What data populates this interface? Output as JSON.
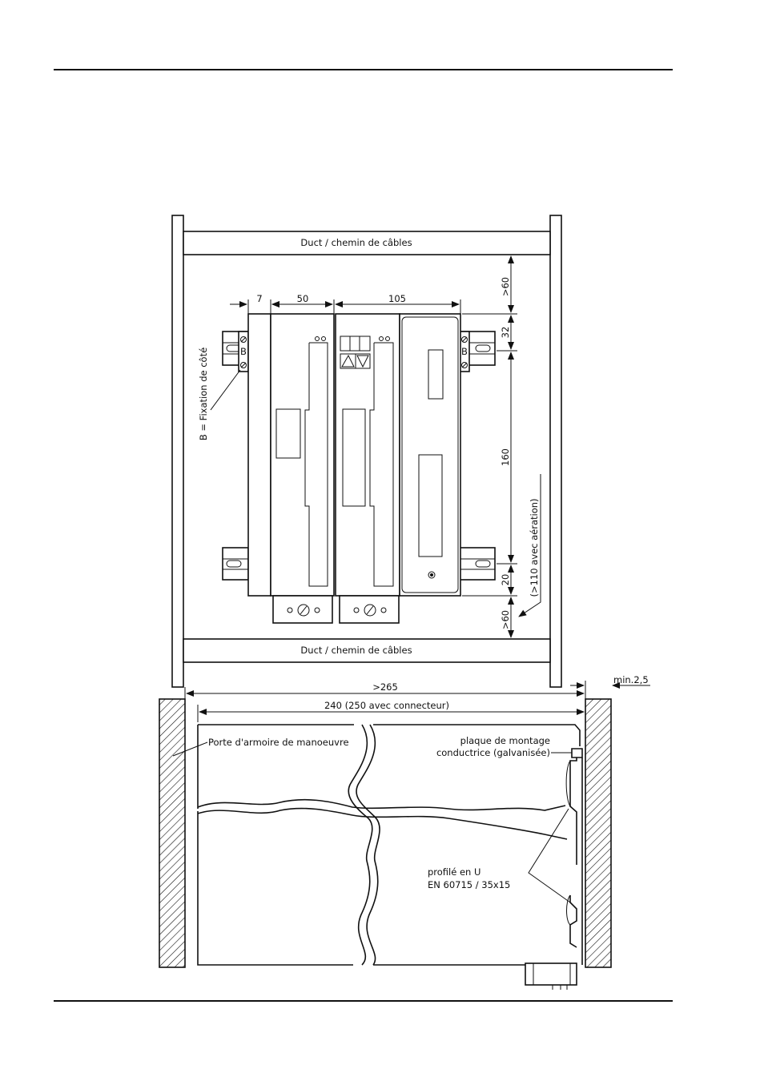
{
  "duct_label": "Duct / chemin de câbles",
  "dims": {
    "d7": "7",
    "d50": "50",
    "d105": "105",
    "gt60": ">60",
    "d32": "32",
    "d160": "160",
    "d20": "20",
    "gt110": "(>110 avec aération)",
    "gt265": ">265",
    "w240": "240 (250 avec connecteur)",
    "min25": "min.2,5"
  },
  "labels": {
    "side_fix": "B = Fixation de côté",
    "b": "B",
    "door": "Porte d'armoire de manoeuvre",
    "plate_1": "plaque de montage",
    "plate_2": "conductrice (galvanisée)",
    "rail_1": "profilé en U",
    "rail_2": "EN 60715 / 35x15"
  }
}
